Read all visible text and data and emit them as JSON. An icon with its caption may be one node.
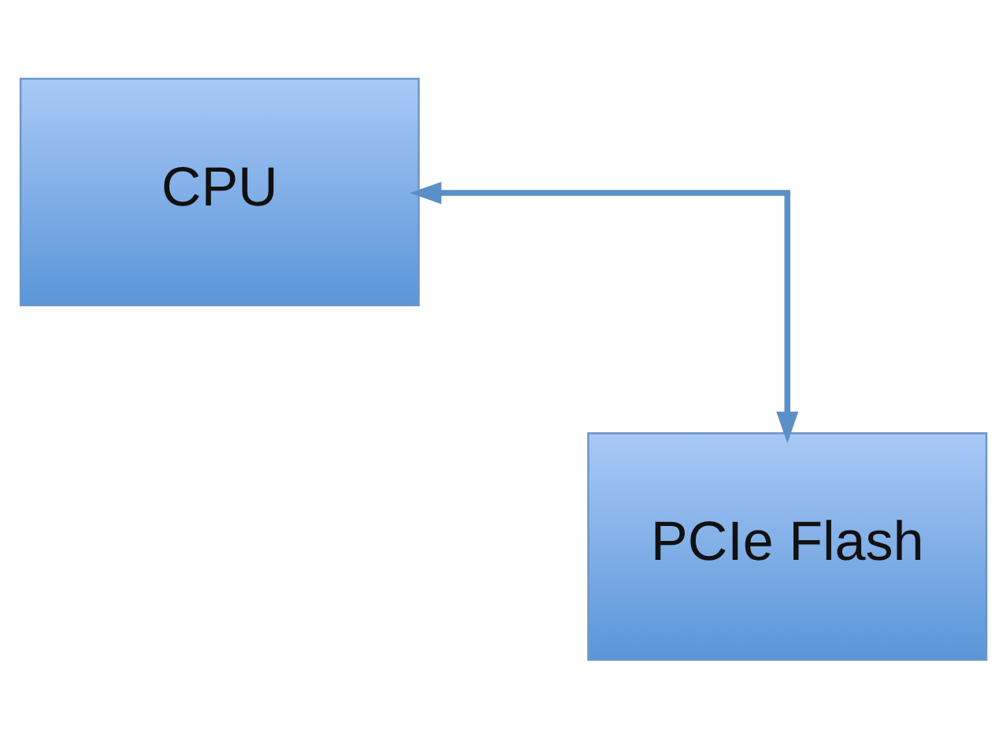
{
  "diagram": {
    "nodes": [
      {
        "text": [
          "CPU"
        ]
      },
      {
        "text": [
          "PCIe Flash"
        ]
      }
    ],
    "edges": [
      {
        "from": 0,
        "to": 1,
        "arrow": "both"
      }
    ]
  }
}
